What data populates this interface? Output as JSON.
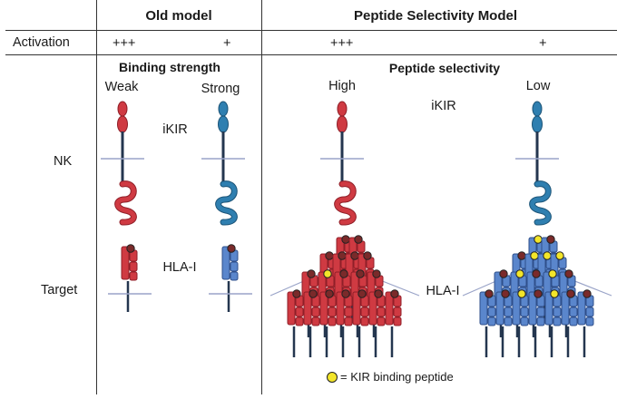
{
  "table": {
    "col_headers": {
      "old_model": "Old model",
      "peptide_model": "Peptide Selectivity Model"
    },
    "activation": {
      "label": "Activation",
      "old_strong": "+++",
      "old_weak": "+",
      "new_high": "+++",
      "new_low": "+"
    }
  },
  "old_model": {
    "section_title": "Binding strength",
    "weak_label": "Weak",
    "strong_label": "Strong",
    "ikir_label": "iKIR",
    "hla_label": "HLA-I"
  },
  "peptide_model": {
    "section_title": "Peptide selectivity",
    "high_label": "High",
    "low_label": "Low",
    "ikir_label": "iKIR",
    "hla_label": "HLA-I"
  },
  "rows": {
    "nk_label": "NK",
    "target_label": "Target"
  },
  "legend": {
    "text": "= KIR binding peptide",
    "marker_color": "#f2e52a"
  },
  "colors": {
    "red_fill": "#cf3a42",
    "red_stroke": "#8f1f28",
    "blue_fill": "#2f7fb0",
    "blue_stroke": "#1c5477",
    "hla_blue_fill": "#5a86cc",
    "hla_blue_stroke": "#2f4f8a",
    "membrane": "#9aa4c8",
    "peptide_dark": "#7a2a2a",
    "peptide_yellow": "#f2e52a"
  }
}
